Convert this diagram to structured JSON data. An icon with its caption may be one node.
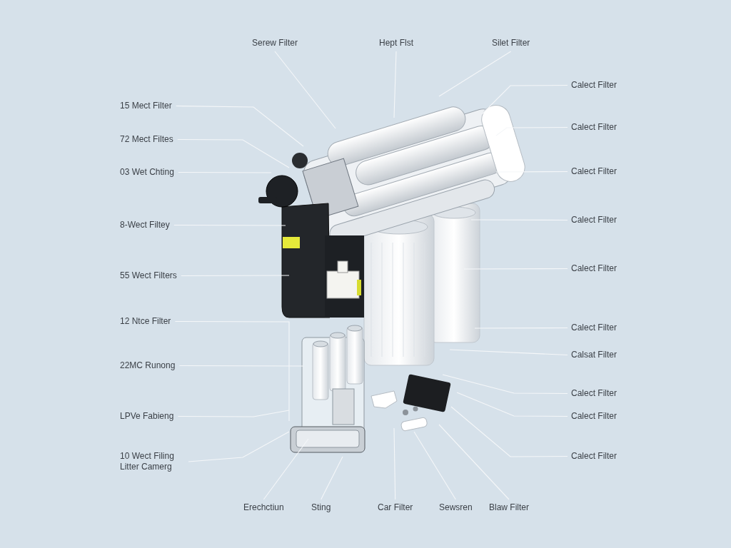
{
  "diagram": {
    "nodes": [
      {
        "text": [
          "Serew Filter"
        ]
      },
      {
        "text": [
          "Hept Flst"
        ]
      },
      {
        "text": [
          "Silet Filter"
        ]
      },
      {
        "text": [
          "15 Mect Filter"
        ]
      },
      {
        "text": [
          "72 Mect Filtes"
        ]
      },
      {
        "text": [
          "03 Wet Chting"
        ]
      },
      {
        "text": [
          "8-Wect Filtey"
        ]
      },
      {
        "text": [
          "55 Wect Filters"
        ]
      },
      {
        "text": [
          "12 Ntce Filter"
        ]
      },
      {
        "text": [
          "22MC Runong"
        ]
      },
      {
        "text": [
          "LPVe Fabieng"
        ]
      },
      {
        "text": [
          "10 Wect Filing Litter Camerg"
        ]
      },
      {
        "text": [
          "Calect Filter"
        ]
      },
      {
        "text": [
          "Calect Filter"
        ]
      },
      {
        "text": [
          "Calect Filter"
        ]
      },
      {
        "text": [
          "Calect Filter"
        ]
      },
      {
        "text": [
          "Calect Filter"
        ]
      },
      {
        "text": [
          "Calect Filter"
        ]
      },
      {
        "text": [
          "Calsat Filter"
        ]
      },
      {
        "text": [
          "Calect Filter"
        ]
      },
      {
        "text": [
          "Calect Filter"
        ]
      },
      {
        "text": [
          "Calect Filter"
        ]
      },
      {
        "text": [
          "Erechctiun"
        ]
      },
      {
        "text": [
          "Sting"
        ]
      },
      {
        "text": [
          "Car Filter"
        ]
      },
      {
        "text": [
          "Sewsren"
        ]
      },
      {
        "text": [
          "Blaw Filter"
        ]
      }
    ],
    "edges": [
      {
        "from": 0,
        "to": null,
        "arrow": "none"
      },
      {
        "from": 1,
        "to": null,
        "arrow": "none"
      },
      {
        "from": 2,
        "to": null,
        "arrow": "none"
      },
      {
        "from": 3,
        "to": null,
        "arrow": "none"
      },
      {
        "from": 4,
        "to": null,
        "arrow": "none"
      },
      {
        "from": 5,
        "to": null,
        "arrow": "none"
      },
      {
        "from": 6,
        "to": null,
        "arrow": "none"
      },
      {
        "from": 7,
        "to": null,
        "arrow": "none"
      },
      {
        "from": 8,
        "to": null,
        "arrow": "none"
      },
      {
        "from": 9,
        "to": null,
        "arrow": "none"
      },
      {
        "from": 10,
        "to": null,
        "arrow": "none"
      },
      {
        "from": 11,
        "to": null,
        "arrow": "none"
      },
      {
        "from": 12,
        "to": null,
        "arrow": "none"
      },
      {
        "from": 13,
        "to": null,
        "arrow": "none"
      },
      {
        "from": 14,
        "to": null,
        "arrow": "none"
      },
      {
        "from": 15,
        "to": null,
        "arrow": "none"
      },
      {
        "from": 16,
        "to": null,
        "arrow": "none"
      },
      {
        "from": 17,
        "to": null,
        "arrow": "none"
      },
      {
        "from": 18,
        "to": null,
        "arrow": "none"
      },
      {
        "from": 19,
        "to": null,
        "arrow": "none"
      },
      {
        "from": 20,
        "to": null,
        "arrow": "none"
      },
      {
        "from": 21,
        "to": null,
        "arrow": "none"
      },
      {
        "from": 22,
        "to": null,
        "arrow": "none"
      },
      {
        "from": 23,
        "to": null,
        "arrow": "none"
      },
      {
        "from": 24,
        "to": null,
        "arrow": "none"
      },
      {
        "from": 25,
        "to": null,
        "arrow": "none"
      },
      {
        "from": 26,
        "to": null,
        "arrow": "none"
      }
    ]
  }
}
